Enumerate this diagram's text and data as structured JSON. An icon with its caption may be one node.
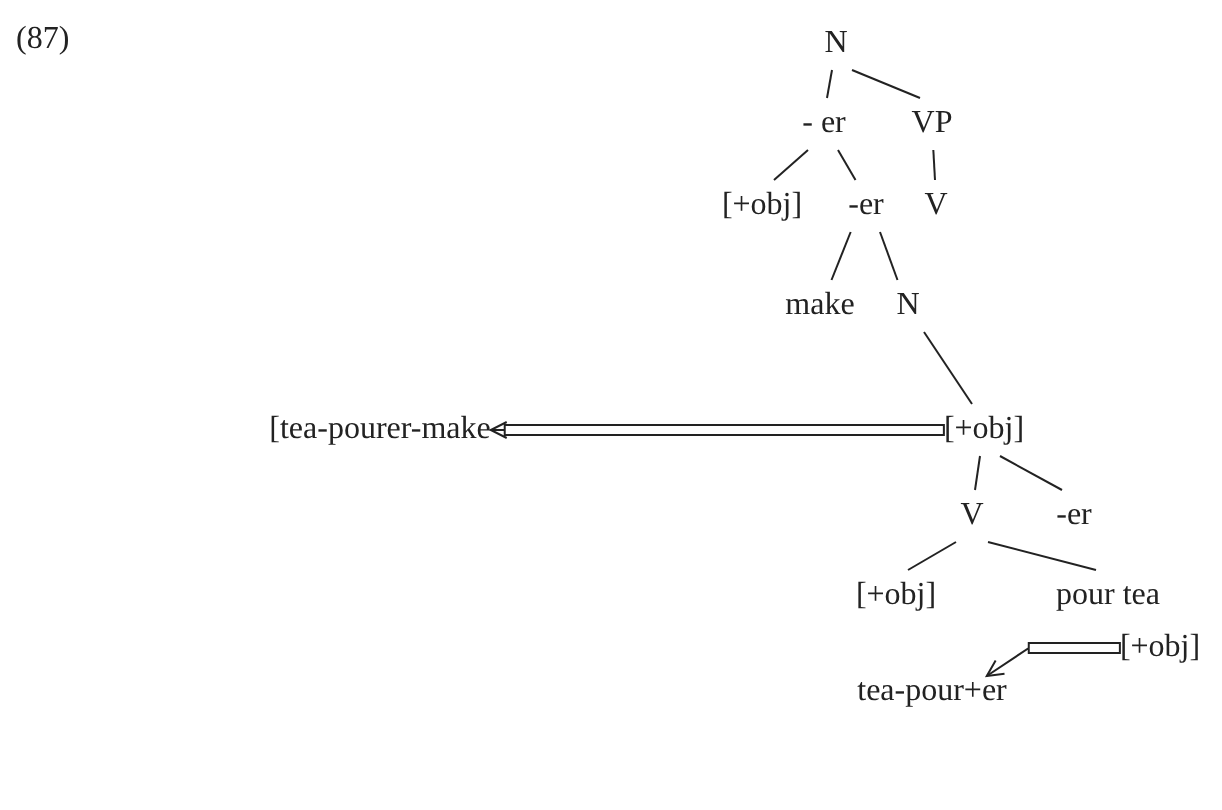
{
  "diagram": {
    "nodes": [
      {
        "text": [
          "N"
        ]
      },
      {
        "text": [
          "- er"
        ]
      },
      {
        "text": [
          "VP"
        ]
      },
      {
        "text": [
          "[+obj]"
        ]
      },
      {
        "text": [
          "-er"
        ]
      },
      {
        "text": [
          "V"
        ]
      },
      {
        "text": [
          "make"
        ]
      },
      {
        "text": [
          "N"
        ]
      },
      {
        "text": [
          "[+obj]"
        ]
      },
      {
        "text": [
          "[tea-pourer-make"
        ]
      },
      {
        "text": [
          "V"
        ]
      },
      {
        "text": [
          "-er"
        ]
      },
      {
        "text": [
          "[+obj]"
        ]
      },
      {
        "text": [
          "pour tea"
        ]
      },
      {
        "text": [
          "[+obj]"
        ]
      },
      {
        "text": [
          "tea-pour+er"
        ]
      }
    ],
    "edges": [
      {
        "from": 0,
        "to": 1,
        "arrow": "none"
      },
      {
        "from": 0,
        "to": 2,
        "arrow": "none"
      },
      {
        "from": 1,
        "to": 3,
        "arrow": "none"
      },
      {
        "from": 1,
        "to": 4,
        "arrow": "none"
      },
      {
        "from": 2,
        "to": 5,
        "arrow": "none"
      },
      {
        "from": 4,
        "to": 6,
        "arrow": "none"
      },
      {
        "from": 4,
        "to": 7,
        "arrow": "none"
      },
      {
        "from": 7,
        "to": 8,
        "arrow": "none"
      },
      {
        "from": 8,
        "to": 9,
        "arrow": "to"
      },
      {
        "from": 8,
        "to": 10,
        "arrow": "none"
      },
      {
        "from": 8,
        "to": 11,
        "arrow": "none"
      },
      {
        "from": 10,
        "to": 12,
        "arrow": "none"
      },
      {
        "from": 10,
        "to": 13,
        "arrow": "none"
      },
      {
        "from": 14,
        "to": 15,
        "arrow": "to"
      }
    ],
    "labels": [
      "(87)"
    ]
  }
}
